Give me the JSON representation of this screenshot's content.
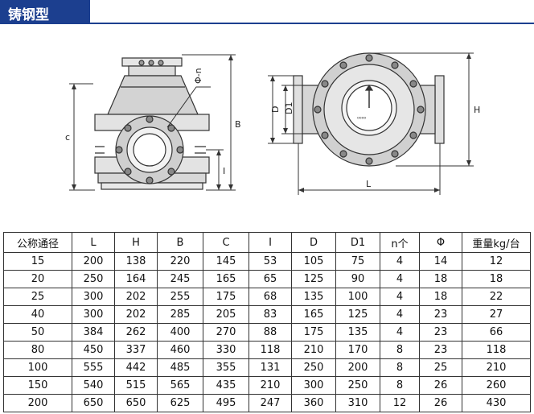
{
  "header": {
    "title": "铸钢型"
  },
  "drawing_labels": {
    "phi_n": "Φ-n",
    "c": "c",
    "b": "B",
    "i": "I",
    "l": "L",
    "d": "D",
    "d1": "D1",
    "h": "H"
  },
  "table": {
    "headers": [
      "公称通径",
      "L",
      "H",
      "B",
      "C",
      "I",
      "D",
      "D1",
      "n个",
      "Φ",
      "重量kg/台"
    ],
    "rows": [
      [
        "15",
        "200",
        "138",
        "220",
        "145",
        "53",
        "105",
        "75",
        "4",
        "14",
        "12"
      ],
      [
        "20",
        "250",
        "164",
        "245",
        "165",
        "65",
        "125",
        "90",
        "4",
        "18",
        "18"
      ],
      [
        "25",
        "300",
        "202",
        "255",
        "175",
        "68",
        "135",
        "100",
        "4",
        "18",
        "22"
      ],
      [
        "40",
        "300",
        "202",
        "285",
        "205",
        "83",
        "165",
        "125",
        "4",
        "23",
        "27"
      ],
      [
        "50",
        "384",
        "262",
        "400",
        "270",
        "88",
        "175",
        "135",
        "4",
        "23",
        "66"
      ],
      [
        "80",
        "450",
        "337",
        "460",
        "330",
        "118",
        "210",
        "170",
        "8",
        "23",
        "118"
      ],
      [
        "100",
        "555",
        "442",
        "485",
        "355",
        "131",
        "250",
        "200",
        "8",
        "25",
        "210"
      ],
      [
        "150",
        "540",
        "515",
        "565",
        "435",
        "210",
        "300",
        "250",
        "8",
        "26",
        "260"
      ],
      [
        "200",
        "650",
        "650",
        "625",
        "495",
        "247",
        "360",
        "310",
        "12",
        "26",
        "430"
      ]
    ]
  }
}
